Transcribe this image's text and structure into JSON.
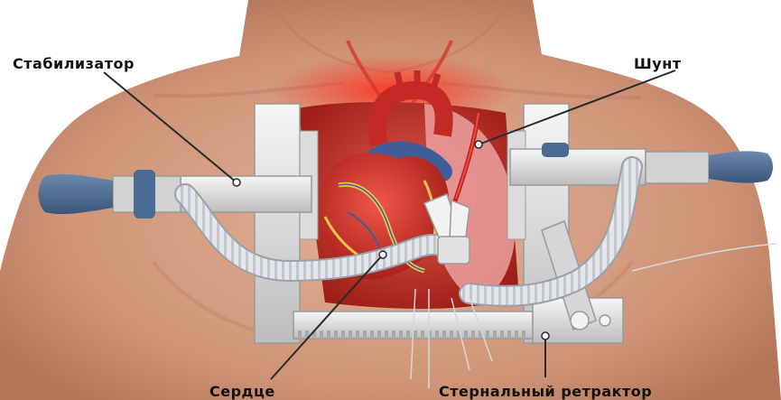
{
  "labels": {
    "stabilizer": "Стабилизатор",
    "shunt": "Шунт",
    "heart": "Сердце",
    "retractor": "Стернальный ретрактор"
  },
  "colors": {
    "skin": "#d9a487",
    "skin_shadow": "#b97c62",
    "heart": "#d8342f",
    "heart_dark": "#a4201d",
    "vessel_blue": "#3e5e9a",
    "metal": "#e6e6e6",
    "metal_dark": "#9a9a9a",
    "handle_blue": "#4a6a92",
    "tube": "#dcdfe3",
    "leader": "#2a2a2a"
  }
}
